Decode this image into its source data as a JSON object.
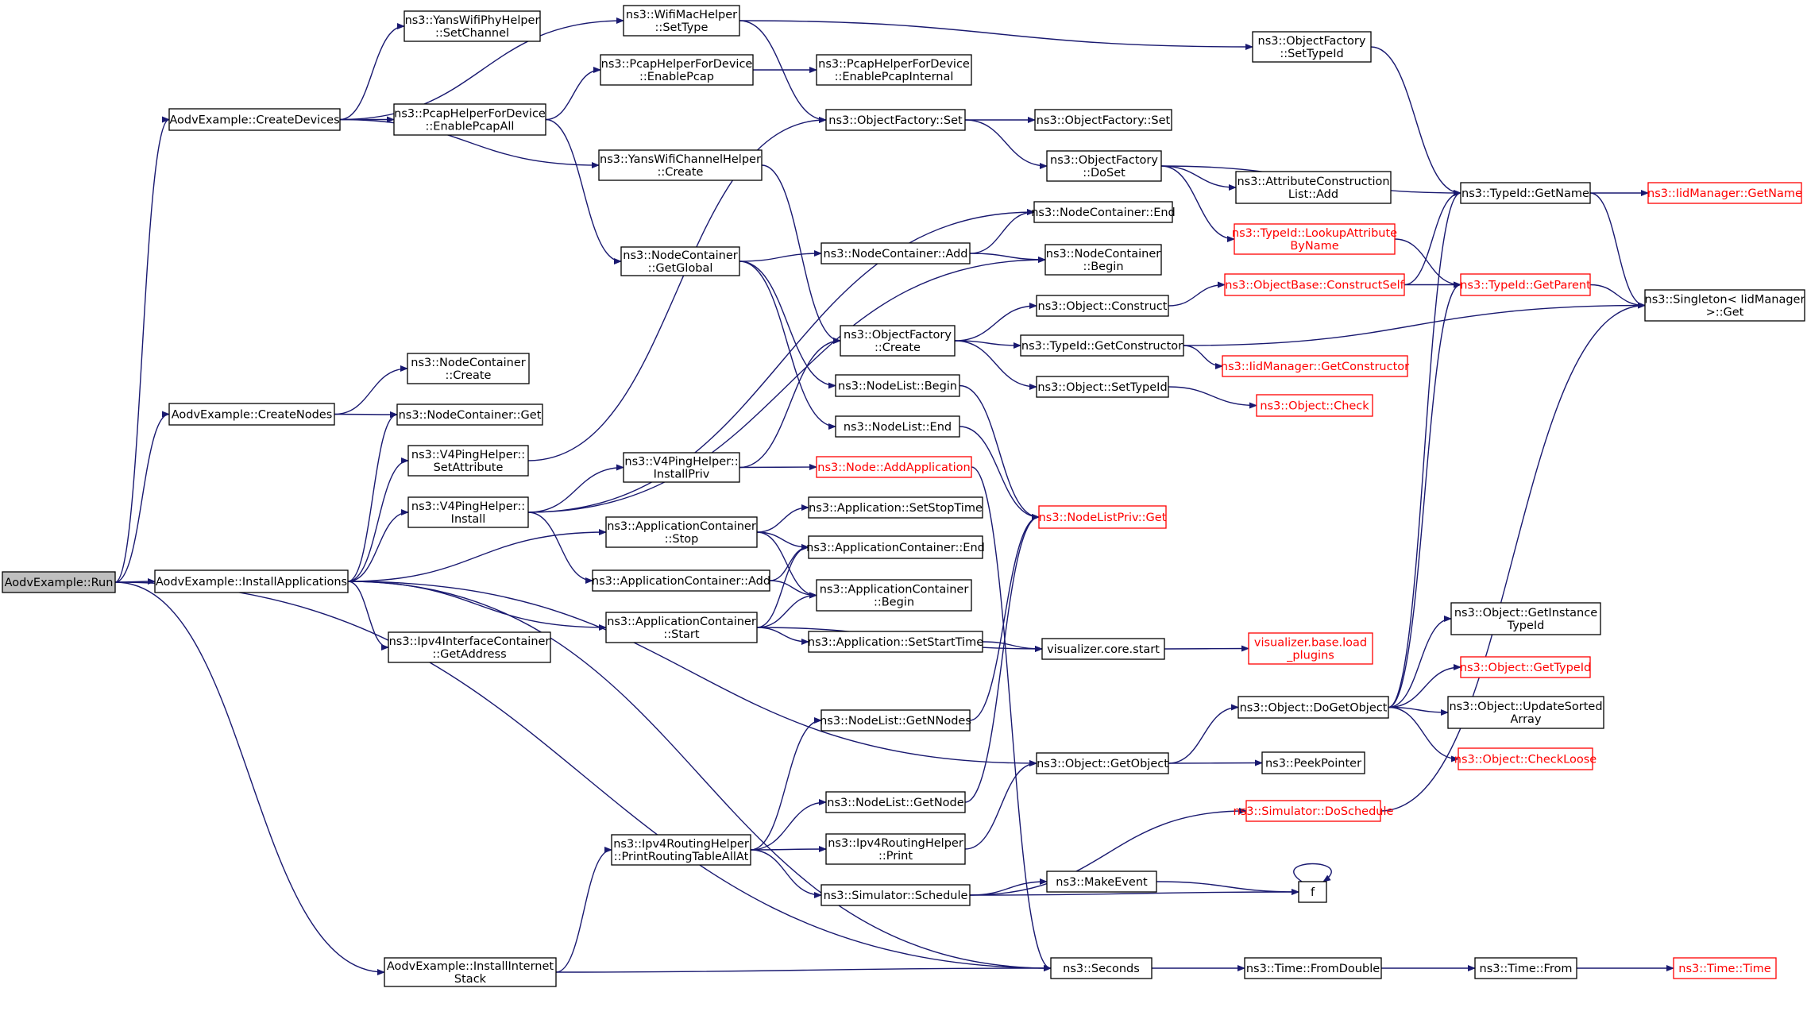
{
  "colors": {
    "edge": "#191970",
    "normal_border": "#000000",
    "truncated_border": "#ff0000",
    "root_fill": "#bfbfbf",
    "background": "#ffffff"
  },
  "nodes": [
    {
      "id": "run",
      "lines": [
        "AodvExample::Run"
      ],
      "style": "root"
    },
    {
      "id": "createDevices",
      "lines": [
        "AodvExample::CreateDevices"
      ]
    },
    {
      "id": "createNodes",
      "lines": [
        "AodvExample::CreateNodes"
      ]
    },
    {
      "id": "installApps",
      "lines": [
        "AodvExample::InstallApplications"
      ]
    },
    {
      "id": "installInternet",
      "lines": [
        "AodvExample::InstallInternet",
        "Stack"
      ]
    },
    {
      "id": "yansPhySetChannel",
      "lines": [
        "ns3::YansWifiPhyHelper",
        "::SetChannel"
      ]
    },
    {
      "id": "pcapEnableAll",
      "lines": [
        "ns3::PcapHelperForDevice",
        "::EnablePcapAll"
      ]
    },
    {
      "id": "ncCreate",
      "lines": [
        "ns3::NodeContainer",
        "::Create"
      ]
    },
    {
      "id": "ncGet",
      "lines": [
        "ns3::NodeContainer::Get"
      ]
    },
    {
      "id": "v4SetAttr",
      "lines": [
        "ns3::V4PingHelper::",
        "SetAttribute"
      ]
    },
    {
      "id": "v4Install",
      "lines": [
        "ns3::V4PingHelper::",
        "Install"
      ]
    },
    {
      "id": "ipv4GetAddress",
      "lines": [
        "ns3::Ipv4InterfaceContainer",
        "::GetAddress"
      ]
    },
    {
      "id": "wifiMacSetType",
      "lines": [
        "ns3::WifiMacHelper",
        "::SetType"
      ]
    },
    {
      "id": "pcapEnable",
      "lines": [
        "ns3::PcapHelperForDevice",
        "::EnablePcap"
      ]
    },
    {
      "id": "yansChannelCreate",
      "lines": [
        "ns3::YansWifiChannelHelper",
        "::Create"
      ]
    },
    {
      "id": "ncGetGlobal",
      "lines": [
        "ns3::NodeContainer",
        "::GetGlobal"
      ]
    },
    {
      "id": "v4InstallPriv",
      "lines": [
        "ns3::V4PingHelper::",
        "InstallPriv"
      ]
    },
    {
      "id": "appcStop",
      "lines": [
        "ns3::ApplicationContainer",
        "::Stop"
      ]
    },
    {
      "id": "appcAdd",
      "lines": [
        "ns3::ApplicationContainer::Add"
      ]
    },
    {
      "id": "appcStart",
      "lines": [
        "ns3::ApplicationContainer",
        "::Start"
      ]
    },
    {
      "id": "ipv4PrintAll",
      "lines": [
        "ns3::Ipv4RoutingHelper",
        "::PrintRoutingTableAllAt"
      ]
    },
    {
      "id": "pcapEnableInternal",
      "lines": [
        "ns3::PcapHelperForDevice",
        "::EnablePcapInternal"
      ]
    },
    {
      "id": "ofSet",
      "lines": [
        "ns3::ObjectFactory::Set"
      ]
    },
    {
      "id": "ncAdd",
      "lines": [
        "ns3::NodeContainer::Add"
      ]
    },
    {
      "id": "ofCreate",
      "lines": [
        "ns3::ObjectFactory",
        "::Create"
      ]
    },
    {
      "id": "nlBegin",
      "lines": [
        "ns3::NodeList::Begin"
      ]
    },
    {
      "id": "nlEnd",
      "lines": [
        "ns3::NodeList::End"
      ]
    },
    {
      "id": "nodeAddApp",
      "lines": [
        "ns3::Node::AddApplication"
      ],
      "style": "red"
    },
    {
      "id": "appSetStop",
      "lines": [
        "ns3::Application::SetStopTime"
      ]
    },
    {
      "id": "appcEnd",
      "lines": [
        "ns3::ApplicationContainer::End"
      ]
    },
    {
      "id": "appcBegin",
      "lines": [
        "ns3::ApplicationContainer",
        "::Begin"
      ]
    },
    {
      "id": "appSetStart",
      "lines": [
        "ns3::Application::SetStartTime"
      ]
    },
    {
      "id": "nlGetNNodes",
      "lines": [
        "ns3::NodeList::GetNNodes"
      ]
    },
    {
      "id": "nlGetNode",
      "lines": [
        "ns3::NodeList::GetNode"
      ]
    },
    {
      "id": "ipv4Print",
      "lines": [
        "ns3::Ipv4RoutingHelper",
        "::Print"
      ]
    },
    {
      "id": "simSchedule",
      "lines": [
        "ns3::Simulator::Schedule"
      ]
    },
    {
      "id": "ofSetTypeId",
      "lines": [
        "ns3::ObjectFactory",
        "::SetTypeId"
      ]
    },
    {
      "id": "ofSet2",
      "lines": [
        "ns3::ObjectFactory::Set"
      ]
    },
    {
      "id": "ofDoSet",
      "lines": [
        "ns3::ObjectFactory",
        "::DoSet"
      ]
    },
    {
      "id": "ncEnd",
      "lines": [
        "ns3::NodeContainer::End"
      ]
    },
    {
      "id": "ncBegin",
      "lines": [
        "ns3::NodeContainer",
        "::Begin"
      ]
    },
    {
      "id": "objConstruct",
      "lines": [
        "ns3::Object::Construct"
      ]
    },
    {
      "id": "tidGetCtor",
      "lines": [
        "ns3::TypeId::GetConstructor"
      ]
    },
    {
      "id": "objSetTypeId",
      "lines": [
        "ns3::Object::SetTypeId"
      ]
    },
    {
      "id": "nlPrivGet",
      "lines": [
        "ns3::NodeListPriv::Get"
      ],
      "style": "red"
    },
    {
      "id": "vizStart",
      "lines": [
        "visualizer.core.start"
      ]
    },
    {
      "id": "objGetObject",
      "lines": [
        "ns3::Object::GetObject"
      ]
    },
    {
      "id": "makeEvent",
      "lines": [
        "ns3::MakeEvent"
      ]
    },
    {
      "id": "f",
      "lines": [
        "f"
      ]
    },
    {
      "id": "seconds",
      "lines": [
        "ns3::Seconds"
      ]
    },
    {
      "id": "attrConstrAdd",
      "lines": [
        "ns3::AttributeConstruction",
        "List::Add"
      ]
    },
    {
      "id": "tidLookupAttr",
      "lines": [
        "ns3::TypeId::LookupAttribute",
        "ByName"
      ],
      "style": "red"
    },
    {
      "id": "objBaseConstruct",
      "lines": [
        "ns3::ObjectBase::ConstructSelf"
      ],
      "style": "red"
    },
    {
      "id": "iidGetCtor",
      "lines": [
        "ns3::IidManager::GetConstructor"
      ],
      "style": "red"
    },
    {
      "id": "objCheck",
      "lines": [
        "ns3::Object::Check"
      ],
      "style": "red"
    },
    {
      "id": "vizLoadPlugins",
      "lines": [
        "visualizer.base.load",
        "_plugins"
      ],
      "style": "red"
    },
    {
      "id": "objDoGetObject",
      "lines": [
        "ns3::Object::DoGetObject"
      ]
    },
    {
      "id": "peekPointer",
      "lines": [
        "ns3::PeekPointer"
      ]
    },
    {
      "id": "simDoSchedule",
      "lines": [
        "ns3::Simulator::DoSchedule"
      ],
      "style": "red"
    },
    {
      "id": "timeFromDouble",
      "lines": [
        "ns3::Time::FromDouble"
      ]
    },
    {
      "id": "tidGetName",
      "lines": [
        "ns3::TypeId::GetName"
      ]
    },
    {
      "id": "tidGetParent",
      "lines": [
        "ns3::TypeId::GetParent"
      ],
      "style": "red"
    },
    {
      "id": "objGetInstTid",
      "lines": [
        "ns3::Object::GetInstance",
        "TypeId"
      ]
    },
    {
      "id": "objGetTypeId",
      "lines": [
        "ns3::Object::GetTypeId"
      ],
      "style": "red"
    },
    {
      "id": "objUpdSorted",
      "lines": [
        "ns3::Object::UpdateSorted",
        "Array"
      ]
    },
    {
      "id": "objCheckLoose",
      "lines": [
        "ns3::Object::CheckLoose"
      ],
      "style": "red"
    },
    {
      "id": "timeFrom",
      "lines": [
        "ns3::Time::From"
      ]
    },
    {
      "id": "iidGetName",
      "lines": [
        "ns3::IidManager::GetName"
      ],
      "style": "red"
    },
    {
      "id": "singletonGet",
      "lines": [
        "ns3::Singleton< IidManager",
        " >::Get"
      ]
    },
    {
      "id": "timeTime",
      "lines": [
        "ns3::Time::Time"
      ],
      "style": "red"
    }
  ],
  "edges": [
    [
      "run",
      "createDevices"
    ],
    [
      "run",
      "createNodes"
    ],
    [
      "run",
      "installApps"
    ],
    [
      "run",
      "installInternet"
    ],
    [
      "run",
      "seconds"
    ],
    [
      "createDevices",
      "yansPhySetChannel"
    ],
    [
      "createDevices",
      "wifiMacSetType"
    ],
    [
      "createDevices",
      "pcapEnableAll"
    ],
    [
      "createDevices",
      "yansChannelCreate"
    ],
    [
      "createNodes",
      "ncCreate"
    ],
    [
      "createNodes",
      "ncGet"
    ],
    [
      "installApps",
      "ncGet"
    ],
    [
      "installApps",
      "v4SetAttr"
    ],
    [
      "installApps",
      "v4Install"
    ],
    [
      "installApps",
      "appcStop"
    ],
    [
      "installApps",
      "appcStart"
    ],
    [
      "installApps",
      "ipv4GetAddress"
    ],
    [
      "installApps",
      "objGetObject"
    ],
    [
      "installApps",
      "seconds"
    ],
    [
      "installInternet",
      "ipv4PrintAll"
    ],
    [
      "installInternet",
      "seconds"
    ],
    [
      "wifiMacSetType",
      "ofSetTypeId"
    ],
    [
      "wifiMacSetType",
      "ofSet"
    ],
    [
      "pcapEnableAll",
      "pcapEnable"
    ],
    [
      "pcapEnableAll",
      "ncGetGlobal"
    ],
    [
      "pcapEnable",
      "pcapEnableInternal"
    ],
    [
      "yansChannelCreate",
      "ofCreate"
    ],
    [
      "ncGetGlobal",
      "ncAdd"
    ],
    [
      "ncGetGlobal",
      "nlBegin"
    ],
    [
      "ncGetGlobal",
      "nlEnd"
    ],
    [
      "v4SetAttr",
      "ofSet"
    ],
    [
      "v4Install",
      "ncEnd"
    ],
    [
      "v4Install",
      "ncBegin"
    ],
    [
      "v4Install",
      "v4InstallPriv"
    ],
    [
      "v4Install",
      "appcAdd"
    ],
    [
      "v4InstallPriv",
      "ofCreate"
    ],
    [
      "v4InstallPriv",
      "nodeAddApp"
    ],
    [
      "appcStop",
      "appSetStop"
    ],
    [
      "appcStop",
      "appcEnd"
    ],
    [
      "appcStop",
      "appcBegin"
    ],
    [
      "appcAdd",
      "appcEnd"
    ],
    [
      "appcAdd",
      "appcBegin"
    ],
    [
      "appcStart",
      "appcEnd"
    ],
    [
      "appcStart",
      "appcBegin"
    ],
    [
      "appcStart",
      "appSetStart"
    ],
    [
      "appcStart",
      "vizStart"
    ],
    [
      "ipv4PrintAll",
      "nlGetNNodes"
    ],
    [
      "ipv4PrintAll",
      "nlGetNode"
    ],
    [
      "ipv4PrintAll",
      "ipv4Print"
    ],
    [
      "ipv4PrintAll",
      "simSchedule"
    ],
    [
      "ofSet",
      "ofSet2"
    ],
    [
      "ofSet",
      "ofDoSet"
    ],
    [
      "ncAdd",
      "ncEnd"
    ],
    [
      "ncAdd",
      "ncBegin"
    ],
    [
      "ofCreate",
      "objConstruct"
    ],
    [
      "ofCreate",
      "tidGetCtor"
    ],
    [
      "ofCreate",
      "objSetTypeId"
    ],
    [
      "nlBegin",
      "nlPrivGet"
    ],
    [
      "nlEnd",
      "nlPrivGet"
    ],
    [
      "nodeAddApp",
      "seconds"
    ],
    [
      "appSetStart",
      "vizStart"
    ],
    [
      "nlGetNNodes",
      "nlPrivGet"
    ],
    [
      "nlGetNode",
      "nlPrivGet"
    ],
    [
      "ipv4Print",
      "objGetObject"
    ],
    [
      "simSchedule",
      "makeEvent"
    ],
    [
      "simSchedule",
      "f"
    ],
    [
      "simSchedule",
      "simDoSchedule"
    ],
    [
      "ofSetTypeId",
      "tidGetName"
    ],
    [
      "ofDoSet",
      "tidGetName"
    ],
    [
      "ofDoSet",
      "attrConstrAdd"
    ],
    [
      "ofDoSet",
      "tidLookupAttr"
    ],
    [
      "tidLookupAttr",
      "tidGetParent"
    ],
    [
      "objConstruct",
      "objBaseConstruct"
    ],
    [
      "objBaseConstruct",
      "tidGetName"
    ],
    [
      "objBaseConstruct",
      "tidGetParent"
    ],
    [
      "tidGetCtor",
      "iidGetCtor"
    ],
    [
      "tidGetCtor",
      "singletonGet"
    ],
    [
      "objSetTypeId",
      "objCheck"
    ],
    [
      "vizStart",
      "vizLoadPlugins"
    ],
    [
      "objGetObject",
      "objDoGetObject"
    ],
    [
      "objGetObject",
      "peekPointer"
    ],
    [
      "objDoGetObject",
      "objGetInstTid"
    ],
    [
      "objDoGetObject",
      "objGetTypeId"
    ],
    [
      "objDoGetObject",
      "objUpdSorted"
    ],
    [
      "objDoGetObject",
      "objCheckLoose"
    ],
    [
      "objDoGetObject",
      "tidGetName"
    ],
    [
      "objDoGetObject",
      "tidGetParent"
    ],
    [
      "makeEvent",
      "f"
    ],
    [
      "f",
      "f"
    ],
    [
      "seconds",
      "timeFromDouble"
    ],
    [
      "timeFromDouble",
      "timeFrom"
    ],
    [
      "timeFrom",
      "timeTime"
    ],
    [
      "tidGetName",
      "iidGetName"
    ],
    [
      "tidGetName",
      "singletonGet"
    ],
    [
      "tidGetParent",
      "singletonGet"
    ],
    [
      "simDoSchedule",
      "singletonGet"
    ]
  ]
}
